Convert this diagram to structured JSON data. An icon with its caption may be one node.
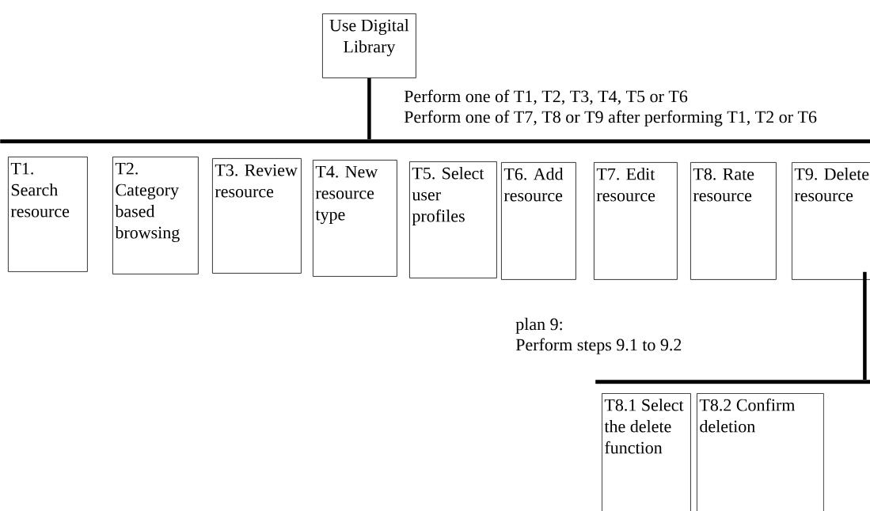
{
  "diagram": {
    "nodes": [
      {
        "text": [
          "Use Digital Library"
        ]
      },
      {
        "text": [],
        "shape": "bar"
      },
      {
        "text": [
          "T1. Search resource"
        ]
      },
      {
        "text": [
          "T2. Category based browsing"
        ]
      },
      {
        "text": [
          "T3. Review resource"
        ]
      },
      {
        "text": [
          "T4. New resource type"
        ]
      },
      {
        "text": [
          "T5. Select user profiles"
        ]
      },
      {
        "text": [
          "T6. Add resource"
        ]
      },
      {
        "text": [
          "T7. Edit resource"
        ]
      },
      {
        "text": [
          "T8. Rate resource"
        ]
      },
      {
        "text": [
          "T9. Delete resource"
        ]
      },
      {
        "text": [],
        "shape": "bar"
      },
      {
        "text": [
          "T8.1 Select the delete function"
        ]
      },
      {
        "text": [
          "T8.2 Confirm deletion"
        ]
      }
    ],
    "edges": [
      {
        "from": 0,
        "to": 1,
        "arrow": "none"
      },
      {
        "from": 10,
        "to": 11,
        "arrow": "none"
      }
    ],
    "labels": [
      "Perform one of T1, T2, T3, T4, T5 or T6",
      "Perform one of T7, T8 or T9 after performing T1, T2 or T6",
      "plan 9:",
      "Perform steps 9.1 to 9.2"
    ]
  }
}
